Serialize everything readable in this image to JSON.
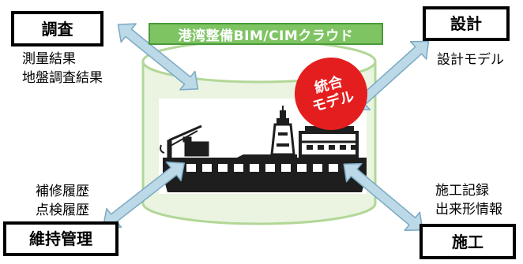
{
  "cloud": {
    "title": "港湾整備BIM/CIMクラウド",
    "badge_line1": "統合",
    "badge_line2": "モデル"
  },
  "nodes": {
    "survey": {
      "label": "調査",
      "notes": [
        "測量結果",
        "地盤調査結果"
      ]
    },
    "design": {
      "label": "設計",
      "notes": [
        "設計モデル"
      ]
    },
    "maintenance": {
      "label": "維持管理",
      "notes": [
        "補修履歴",
        "点検履歴"
      ]
    },
    "construction": {
      "label": "施工",
      "notes": [
        "施工記録",
        "出来形情報"
      ]
    }
  },
  "colors": {
    "cloud_fill": "#eaf4e0",
    "cloud_stroke": "#b2d797",
    "banner_fill": "#7ec463",
    "arrow_fill": "#bcd9e8",
    "arrow_stroke": "#7aa9c3",
    "badge_fill": "#e41e1e",
    "port_dark": "#1e1e1e"
  },
  "icons": [
    "bidirectional-arrow",
    "port-illustration",
    "crane-icon",
    "lighthouse-icon",
    "ship-icon"
  ]
}
